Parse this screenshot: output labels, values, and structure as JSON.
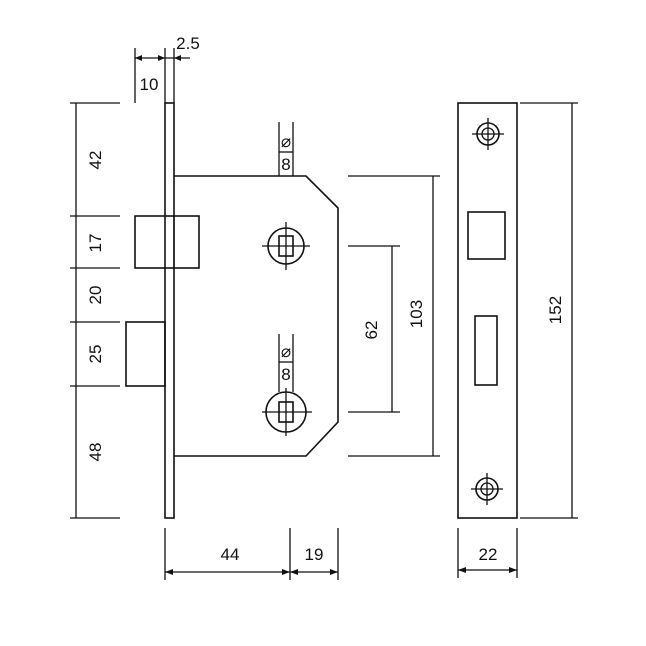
{
  "drawing": {
    "left_dims": {
      "d42": "42",
      "d17": "17",
      "d20": "20",
      "d25": "25",
      "d48": "48"
    },
    "top_dims": {
      "d10": "10",
      "d25": "2.5"
    },
    "bottom_dims": {
      "d44": "44",
      "d19": "19",
      "d22": "22"
    },
    "right_dims": {
      "d62": "62",
      "d103": "103",
      "d152": "152"
    },
    "spindle": {
      "symbol": "⌀",
      "upper": "8",
      "lower": "8"
    }
  }
}
